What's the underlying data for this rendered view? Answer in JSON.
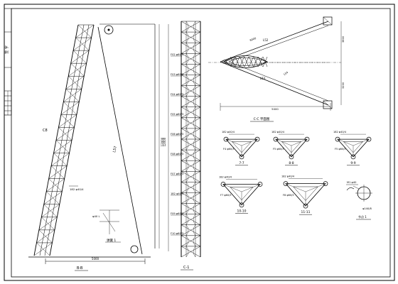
{
  "title_block": {
    "stamp": "签 字"
  },
  "elevation": {
    "section_label": "B-B",
    "radius_label": "L57",
    "angle_label": "C8",
    "member_callout": "182 φ40/4",
    "leg_label": "φ40 L",
    "base_label": "弹簧 1",
    "width_dim": "5000",
    "height_dim": "12000"
  },
  "side_view": {
    "section_label": "C-1",
    "height_dim": "12000",
    "callouts": [
      "F02 φ60/3",
      "F03 φ60/3",
      "F04 φ60/3",
      "F05 φ60/3",
      "F06 φ60/3",
      "F08 φ60/3",
      "F07 φ60/3",
      "182 φ40/4",
      "F09 φ60/3",
      "F10 φ60/3"
    ]
  },
  "plan": {
    "title": "C-C 平面图",
    "length_dim": "5000",
    "labels": [
      "L52",
      "L53",
      "L54"
    ],
    "dims": [
      "6000",
      "3800",
      "3200"
    ]
  },
  "sections": [
    {
      "name": "7-7",
      "callout": "182 φ40/4",
      "note": "F4 φ60/3"
    },
    {
      "name": "8-8",
      "callout": "182 φ40/4",
      "note": "F5 φ60/3"
    },
    {
      "name": "9-9",
      "callout": "182 φ40/4",
      "note": "F5 φ60/3"
    },
    {
      "name": "10-10",
      "callout": "182 φ40/4",
      "note": "F7 φ60/3"
    },
    {
      "name": "11-11",
      "callout": "182 φ40/4",
      "note": "F8 φ60/3"
    }
  ],
  "node_detail": {
    "callout": "M1 φ40",
    "label": "节点 1",
    "note": "φ140/8"
  }
}
